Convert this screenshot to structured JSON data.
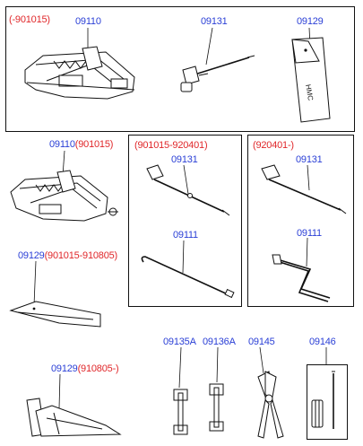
{
  "diagram": {
    "box_top_note": "(-901015)",
    "box_mid_note": "(901015-920401)",
    "box_right_note": "(920401-)",
    "parts": {
      "jack_old": "09110",
      "handle_old": "09131",
      "bag_old": "09129",
      "jack_new": "09110",
      "jack_new_note": "(901015)",
      "handle_mid": "09131",
      "rod_mid": "09111",
      "handle_right": "09131",
      "crank_right": "09111",
      "bag_mid": "09129",
      "bag_mid_note": "(901015-910805)",
      "bag_new": "09129",
      "bag_new_note": "(910805-)",
      "wrench_a": "09135A",
      "wrench_b": "09136A",
      "pliers": "09145",
      "screwdriver": "09146"
    },
    "bag_stamp": "HMC"
  }
}
